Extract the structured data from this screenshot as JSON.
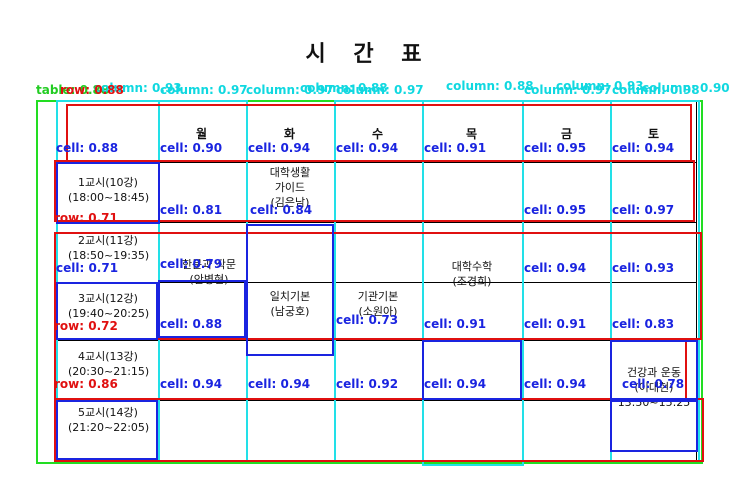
{
  "title": "시 간 표",
  "days": [
    "월",
    "화",
    "수",
    "목",
    "금",
    "토"
  ],
  "periods": [
    {
      "name": "1교시(10강)",
      "time": "(18:00~18:45)"
    },
    {
      "name": "2교시(11강)",
      "time": "(18:50~19:35)"
    },
    {
      "name": "3교시(12강)",
      "time": "(19:40~20:25)"
    },
    {
      "name": "4교시(13강)",
      "time": "(20:30~21:15)"
    },
    {
      "name": "5교시(14강)",
      "time": "(21:20~22:05)"
    }
  ],
  "courses": {
    "mon": {
      "line1": "한문과 작문",
      "line2": "(안병현)"
    },
    "tue_guide": {
      "line1": "대학생활",
      "line2": "가이드",
      "line3": "(김은남)"
    },
    "tue": {
      "line1": "일치기본",
      "line2": "(남궁호)"
    },
    "wed": {
      "line1": "기관기본",
      "line2": "(소원아)"
    },
    "thu": {
      "line1": "대학수학",
      "line2": "(조경희)"
    },
    "sat": {
      "line1": "건강과 운동",
      "line2": "(이대현)",
      "line3": "13:50~15:25"
    }
  },
  "overlay_labels": {
    "table": "table: 0.88",
    "columns": [
      "column: 0.93",
      "column: 0.97",
      "column: 0.97",
      "column: 0.88",
      "column: 0.97",
      "column: 0.88",
      "column: 0.97",
      "column: 0.93",
      "column: 0.98",
      "column: 0.90"
    ],
    "rows": [
      "row: 0.88",
      "row: 0.71",
      "row: 0.72",
      "row: 0.86"
    ],
    "cells": [
      "cell: 0.88",
      "cell: 0.90",
      "cell: 0.94",
      "cell: 0.94",
      "cell: 0.91",
      "cell: 0.95",
      "cell: 0.94",
      "cell: 0.81",
      "cell: 0.84",
      "cell: 0.95",
      "cell: 0.97",
      "cell: 0.71",
      "cell: 0.79",
      "cell: 0.94",
      "cell: 0.93",
      "cell: 0.88",
      "cell: 0.73",
      "cell: 0.91",
      "cell: 0.91",
      "cell: 0.83",
      "cell: 0.94",
      "cell: 0.94",
      "cell: 0.92",
      "cell: 0.94",
      "cell: 0.94",
      "cell: 0.78"
    ]
  },
  "colors": {
    "table": "#22dd22",
    "row": "#e01010",
    "cell": "#1a24e0",
    "column": "#22e0e8"
  }
}
